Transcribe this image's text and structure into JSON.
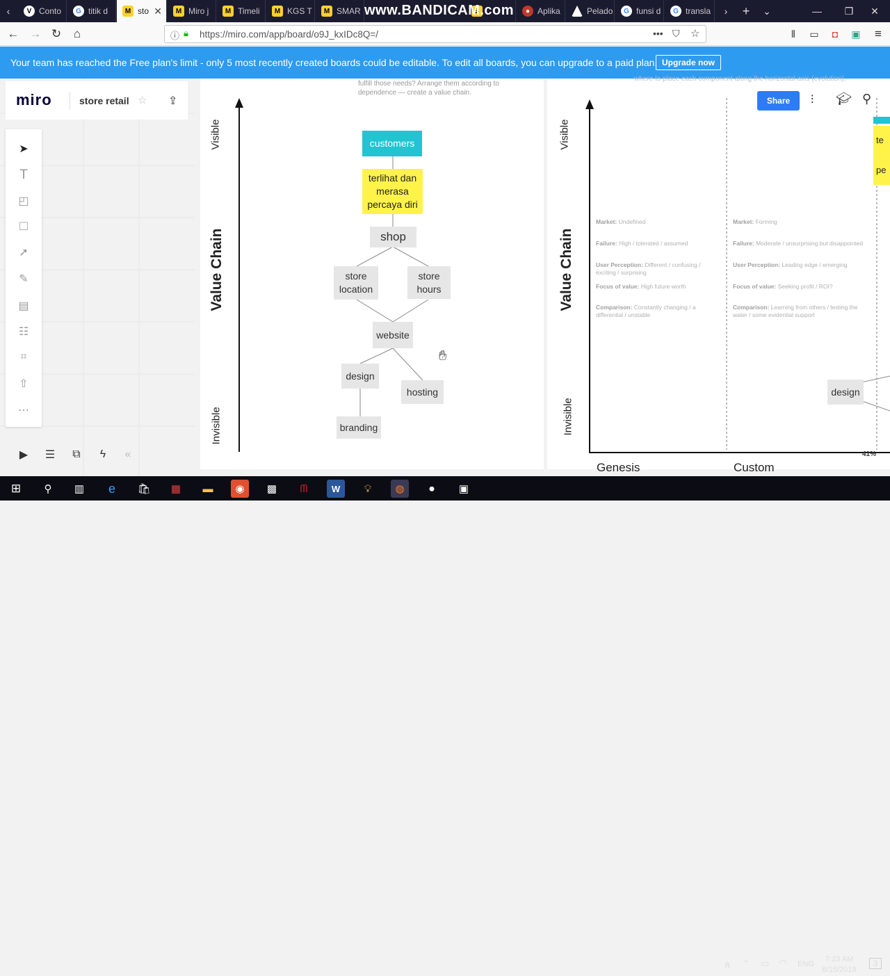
{
  "browser": {
    "tabs": [
      {
        "label": "Conto",
        "icon": "v",
        "active": false
      },
      {
        "label": "titik d",
        "icon": "g",
        "active": false
      },
      {
        "label": "sto",
        "icon": "miro",
        "active": true
      },
      {
        "label": "Miro j",
        "icon": "miro",
        "active": false
      },
      {
        "label": "Timeli",
        "icon": "miro",
        "active": false
      },
      {
        "label": "KGS T",
        "icon": "miro",
        "active": false
      },
      {
        "label": "SMAR",
        "icon": "miro",
        "active": false
      },
      {
        "label": "",
        "icon": "s",
        "active": false
      },
      {
        "label": "Aplika",
        "icon": "m",
        "active": false
      },
      {
        "label": "Pelado",
        "icon": "w",
        "active": false
      },
      {
        "label": "funsi d",
        "icon": "g",
        "active": false
      },
      {
        "label": "transla",
        "icon": "g",
        "active": false
      }
    ],
    "overlay": "www.BANDICAM.com",
    "url": "https://miro.com/app/board/o9J_kxIDc8Q=/",
    "new_tab": "+"
  },
  "banner": {
    "text": "Your team has reached the Free plan's limit - only 5 most recently created boards could be editable. To edit all boards, you can upgrade to a paid plan.",
    "button": "Upgrade now"
  },
  "miro": {
    "logo": "miro",
    "board_name": "store retail",
    "star": "☆",
    "share": "Share",
    "zoom": "41%",
    "toolbar_icons": [
      "cursor-icon",
      "text-icon",
      "sticky-note-icon",
      "shape-icon",
      "arrow-icon",
      "pen-icon",
      "comment-icon",
      "template-icon",
      "frame-icon",
      "upload-icon",
      "more-icon"
    ],
    "bottom_icons": [
      "presentation-icon",
      "board-outline-icon",
      "export-screen-icon",
      "lightning-icon",
      "collapse-icon"
    ]
  },
  "left_frame": {
    "instruction_line1": "fulfill those needs? Arrange them according to",
    "instruction_line2": "dependence — create a value chain.",
    "axis_visible": "Visible",
    "axis_title": "Value Chain",
    "axis_invisible": "Invisible",
    "nodes": {
      "customers": "customers",
      "sticky": "terlihat dan merasa percaya diri",
      "shop": "shop",
      "store_location": "store location",
      "store_hours": "store hours",
      "website": "website",
      "design": "design",
      "hosting": "hosting",
      "branding": "branding"
    }
  },
  "right_frame": {
    "header_faint": "where to place each component along the horizontal axis (evolution).",
    "axis_visible": "Visible",
    "axis_title": "Value Chain",
    "axis_invisible": "Invisible",
    "col1": {
      "market_k": "Market:",
      "market_v": "Undefined",
      "failure_k": "Failure:",
      "failure_v": "High / tolerated / assumed",
      "percep_k": "User Perception:",
      "percep_v": "Different / confusing / exciting / surprising",
      "focus_k": "Focus of value:",
      "focus_v": "High future worth",
      "comp_k": "Comparison:",
      "comp_v": "Constantly changing / a differential / unstable"
    },
    "col2": {
      "market_k": "Market:",
      "market_v": "Forming",
      "failure_k": "Failure:",
      "failure_v": "Moderate / unsurprising but disappointed",
      "percep_k": "User Perception:",
      "percep_v": "Leading edge / emerging",
      "focus_k": "Focus of value:",
      "focus_v": "Seeking profit / ROI?",
      "comp_k": "Comparison:",
      "comp_v": "Learning from others / testing the water / some evidential support"
    },
    "x_genesis": "Genesis",
    "x_custom": "Custom",
    "design_node": "design",
    "sticky_partial1": "te",
    "sticky_partial2": "pe"
  },
  "taskbar": {
    "time": "7:23 AM",
    "date": "6/15/2019",
    "lang": "ENG",
    "notif": "3"
  }
}
